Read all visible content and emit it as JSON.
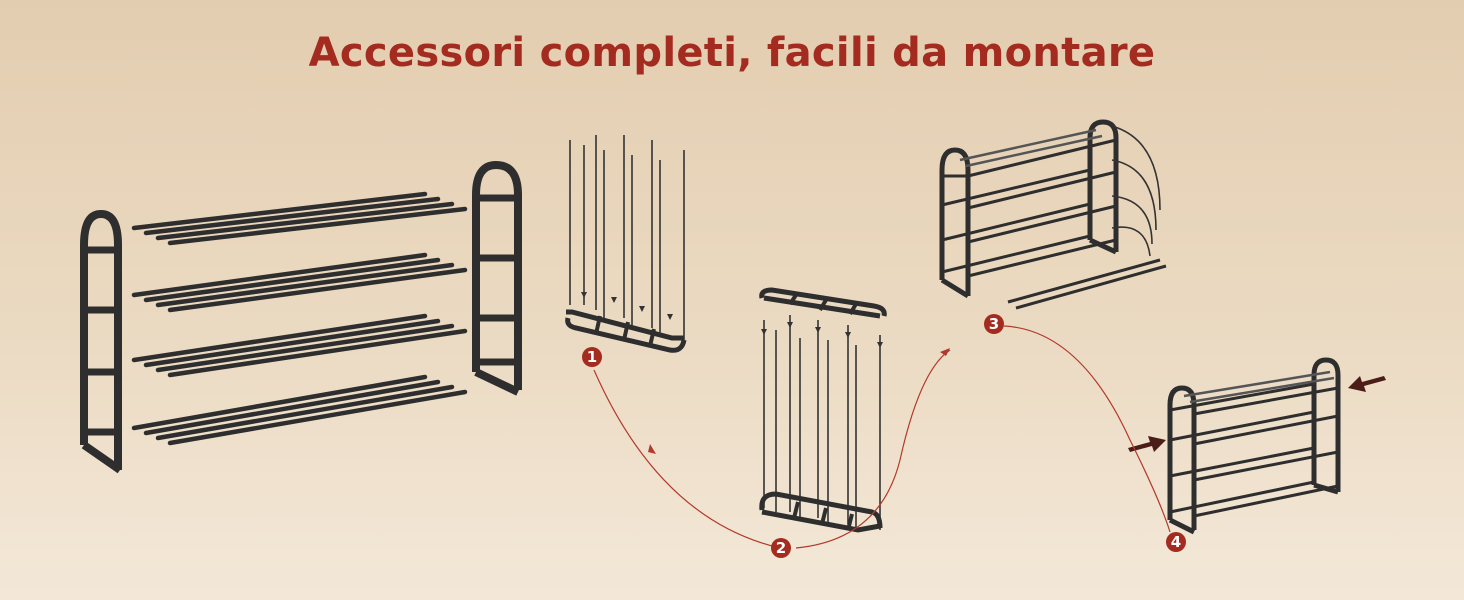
{
  "title": "Accessori completi, facili da montare",
  "steps": [
    {
      "label": "1"
    },
    {
      "label": "2"
    },
    {
      "label": "3"
    },
    {
      "label": "4"
    }
  ],
  "colors": {
    "accent": "#a42b1f",
    "metal": "#2e2e2e",
    "background_top": "#e3cdb0",
    "background_bottom": "#f3e8d8"
  },
  "icons": [
    "rack-side-frame",
    "rack-tube",
    "assembly-arrow",
    "press-arrow"
  ]
}
